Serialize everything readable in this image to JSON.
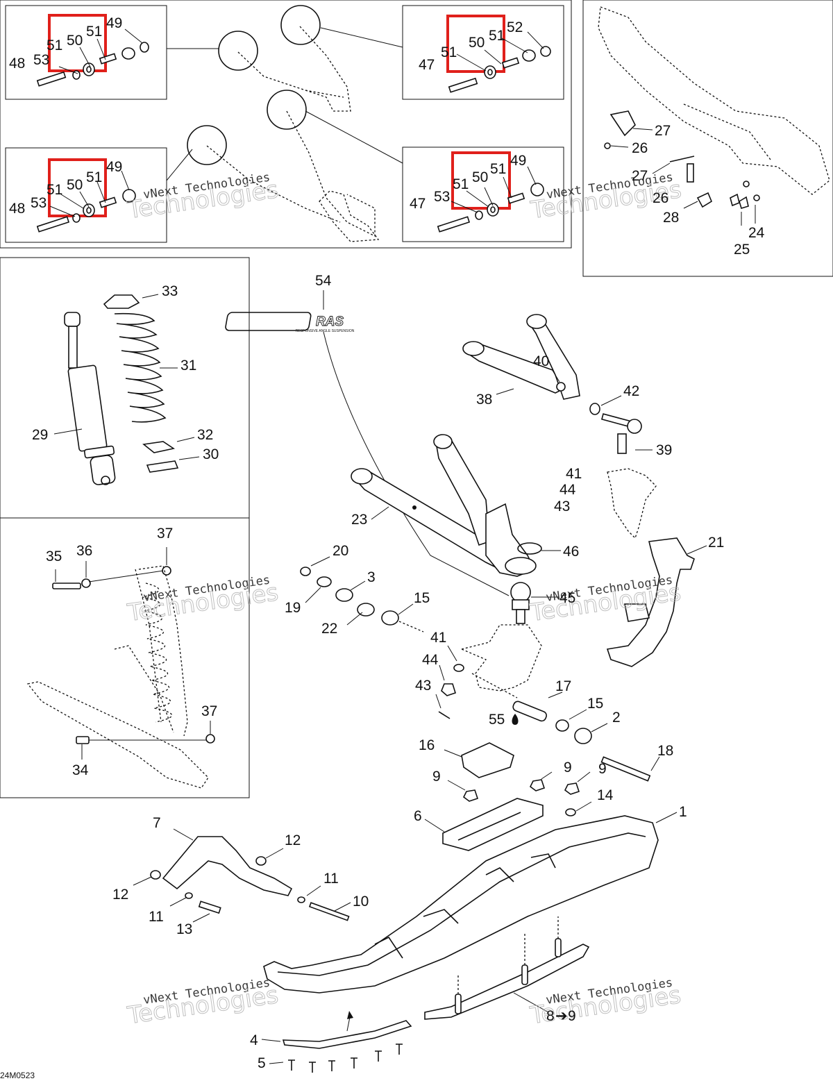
{
  "diagram": {
    "reference": "24M0523",
    "watermark_line": "vNext Technologies",
    "watermark_big": "Technologies",
    "highlight_color": "#e0201b",
    "callouts": [
      {
        "id": "c48a",
        "text": "48"
      },
      {
        "id": "c53a",
        "text": "53"
      },
      {
        "id": "c51a",
        "text": "51"
      },
      {
        "id": "c50a",
        "text": "50"
      },
      {
        "id": "c51b",
        "text": "51"
      },
      {
        "id": "c49a",
        "text": "49"
      },
      {
        "id": "c47a",
        "text": "47"
      },
      {
        "id": "c51c",
        "text": "51"
      },
      {
        "id": "c50b",
        "text": "50"
      },
      {
        "id": "c51d",
        "text": "51"
      },
      {
        "id": "c52a",
        "text": "52"
      },
      {
        "id": "c48b",
        "text": "48"
      },
      {
        "id": "c53b",
        "text": "53"
      },
      {
        "id": "c51e",
        "text": "51"
      },
      {
        "id": "c50c",
        "text": "50"
      },
      {
        "id": "c51f",
        "text": "51"
      },
      {
        "id": "c49b",
        "text": "49"
      },
      {
        "id": "c47b",
        "text": "47"
      },
      {
        "id": "c53c",
        "text": "53"
      },
      {
        "id": "c51g",
        "text": "51"
      },
      {
        "id": "c50d",
        "text": "50"
      },
      {
        "id": "c51h",
        "text": "51"
      },
      {
        "id": "c49c",
        "text": "49"
      },
      {
        "id": "c27a",
        "text": "27"
      },
      {
        "id": "c26a",
        "text": "26"
      },
      {
        "id": "c27b",
        "text": "27"
      },
      {
        "id": "c26b",
        "text": "26"
      },
      {
        "id": "c28",
        "text": "28"
      },
      {
        "id": "c24",
        "text": "24"
      },
      {
        "id": "c25",
        "text": "25"
      },
      {
        "id": "c33",
        "text": "33"
      },
      {
        "id": "c31",
        "text": "31"
      },
      {
        "id": "c29",
        "text": "29"
      },
      {
        "id": "c32",
        "text": "32"
      },
      {
        "id": "c30",
        "text": "30"
      },
      {
        "id": "c37a",
        "text": "37"
      },
      {
        "id": "c35",
        "text": "35"
      },
      {
        "id": "c36",
        "text": "36"
      },
      {
        "id": "c37b",
        "text": "37"
      },
      {
        "id": "c34",
        "text": "34"
      },
      {
        "id": "c54",
        "text": "54"
      },
      {
        "id": "c40",
        "text": "40"
      },
      {
        "id": "c38",
        "text": "38"
      },
      {
        "id": "c42",
        "text": "42"
      },
      {
        "id": "c39",
        "text": "39"
      },
      {
        "id": "c41a",
        "text": "41"
      },
      {
        "id": "c44a",
        "text": "44"
      },
      {
        "id": "c43a",
        "text": "43"
      },
      {
        "id": "c23",
        "text": "23"
      },
      {
        "id": "c21",
        "text": "21"
      },
      {
        "id": "c46",
        "text": "46"
      },
      {
        "id": "c20",
        "text": "20"
      },
      {
        "id": "c3",
        "text": "3"
      },
      {
        "id": "c19",
        "text": "19"
      },
      {
        "id": "c15a",
        "text": "15"
      },
      {
        "id": "c45",
        "text": "45"
      },
      {
        "id": "c22",
        "text": "22"
      },
      {
        "id": "c41b",
        "text": "41"
      },
      {
        "id": "c44b",
        "text": "44"
      },
      {
        "id": "c43b",
        "text": "43"
      },
      {
        "id": "c17",
        "text": "17"
      },
      {
        "id": "c15b",
        "text": "15"
      },
      {
        "id": "c55",
        "text": "55"
      },
      {
        "id": "c2",
        "text": "2"
      },
      {
        "id": "c18",
        "text": "18"
      },
      {
        "id": "c16",
        "text": "16"
      },
      {
        "id": "c9a",
        "text": "9"
      },
      {
        "id": "c9b",
        "text": "9"
      },
      {
        "id": "c9c",
        "text": "9"
      },
      {
        "id": "c14",
        "text": "14"
      },
      {
        "id": "c1",
        "text": "1"
      },
      {
        "id": "c6",
        "text": "6"
      },
      {
        "id": "c7",
        "text": "7"
      },
      {
        "id": "c12a",
        "text": "12"
      },
      {
        "id": "c11a",
        "text": "11"
      },
      {
        "id": "c10",
        "text": "10"
      },
      {
        "id": "c12b",
        "text": "12"
      },
      {
        "id": "c11b",
        "text": "11"
      },
      {
        "id": "c13",
        "text": "13"
      },
      {
        "id": "c8",
        "text": "8"
      },
      {
        "id": "c9d",
        "text": "9"
      },
      {
        "id": "c4",
        "text": "4"
      },
      {
        "id": "c5",
        "text": "5"
      }
    ],
    "arrow_glyph": "➔",
    "logo_text": "RAS",
    "logo_subtext": "RESPONSIVE ANGLE SUSPENSION"
  }
}
